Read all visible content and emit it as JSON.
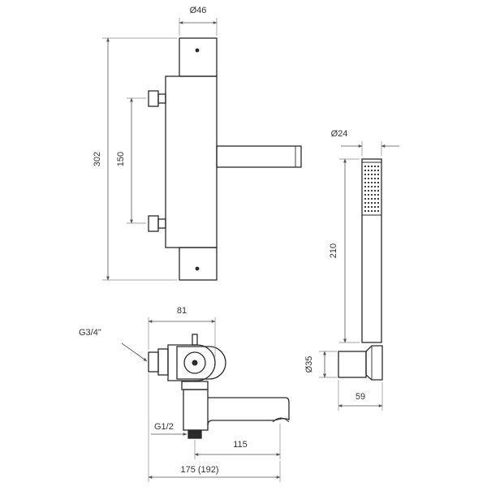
{
  "dimensions": {
    "top_width": "Ø46",
    "total_height": "302",
    "inlet_spacing": "150",
    "hand_shower_diameter": "Ø24",
    "hand_shower_length": "210",
    "holder_diameter": "Ø35",
    "holder_depth": "59",
    "body_depth": "81",
    "inlet_thread": "G3/4\"",
    "outlet_thread": "G1/2",
    "spout_reach": "115",
    "total_depth": "175 (192)"
  },
  "colors": {
    "line": "#2a2a2a",
    "dimension": "#555555",
    "text": "#333333"
  }
}
